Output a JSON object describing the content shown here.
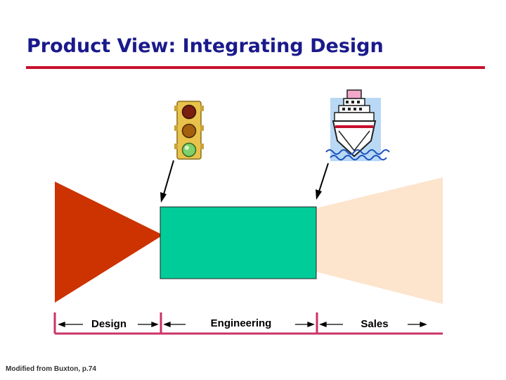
{
  "slide": {
    "title": "Product View: Integrating Design",
    "footnote": "Modified from Buxton, p.74"
  },
  "phases": [
    {
      "label": "Design"
    },
    {
      "label": "Engineering"
    },
    {
      "label": "Sales"
    }
  ],
  "icons": {
    "left": "traffic-light-icon",
    "right": "cruise-ship-icon"
  },
  "colors": {
    "title": "#1a1a8c",
    "rule": "#c8102e",
    "design_shape": "#cc3300",
    "engineering_box": "#00cc99",
    "sales_shape": "#fde4cc",
    "timeline": "#cc3366"
  }
}
